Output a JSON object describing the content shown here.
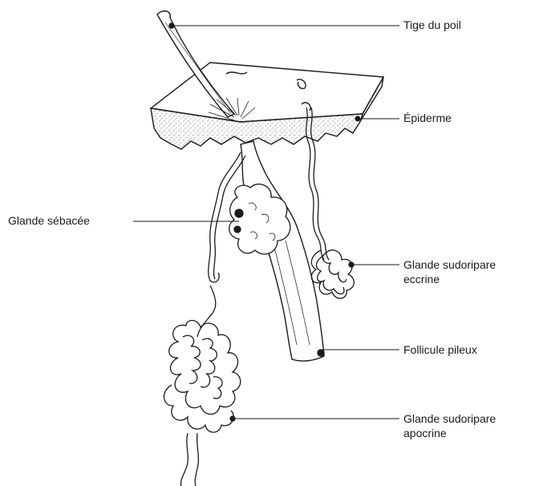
{
  "labels": {
    "tige_du_poil": "Tige du poil",
    "epiderme": "Épiderme",
    "glande_sebacee": "Glande sébacée",
    "glande_sudoripare_eccrine": [
      "Glande sudoripare",
      "eccrine"
    ],
    "follicule_pileux": "Follicule pileux",
    "glande_sudoripare_apocrine": [
      "Glande sudoripare",
      "apocrine"
    ]
  },
  "colors": {
    "ink": "#1a1a1a",
    "background": "#ffffff",
    "stipple": "#555555"
  }
}
